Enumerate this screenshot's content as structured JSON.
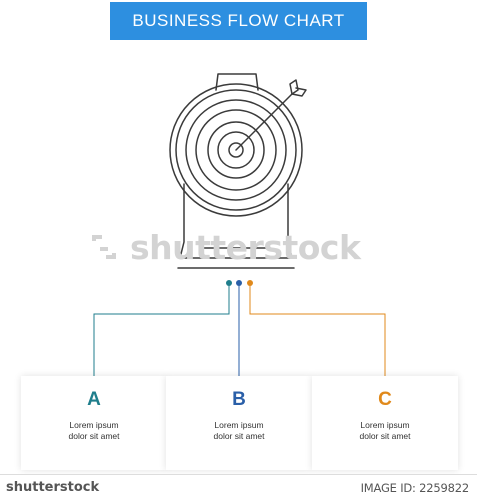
{
  "banner": {
    "title": "BUSINESS FLOW CHART"
  },
  "watermark": {
    "text": "shutterstock",
    "icon": "shutterstock-logo-icon"
  },
  "icon": {
    "name": "target-arrow-icon",
    "stroke": "#3b3b3b"
  },
  "steps": [
    {
      "letter": "A",
      "line1": "Lorem ipsum",
      "line2": "dolor sit amet",
      "color": "#1f7e8c"
    },
    {
      "letter": "B",
      "line1": "Lorem ipsum",
      "line2": "dolor sit amet",
      "color": "#2a5fa8"
    },
    {
      "letter": "C",
      "line1": "Lorem ipsum",
      "line2": "dolor sit amet",
      "color": "#e0891b"
    }
  ],
  "footer": {
    "brand": "shutterstock",
    "id": "IMAGE ID: 2259822"
  }
}
